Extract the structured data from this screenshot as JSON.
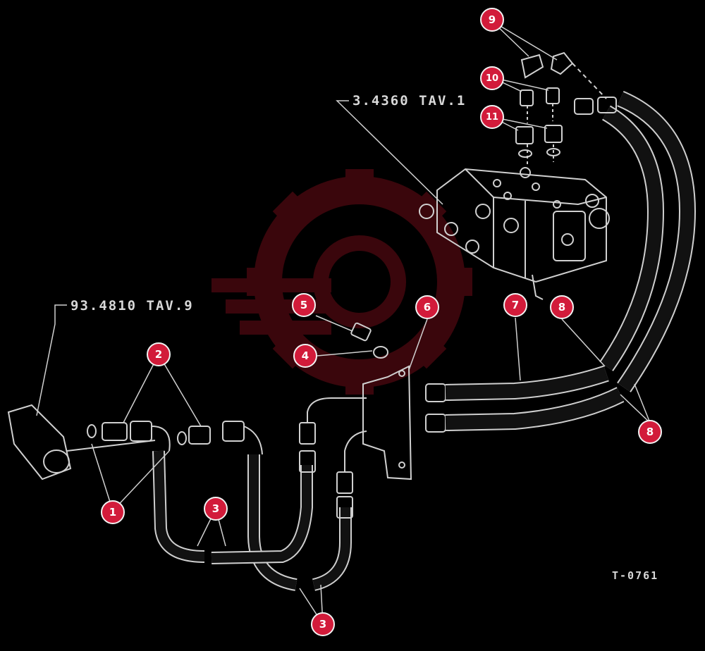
{
  "references": {
    "valve_ref": "3.4360 TAV.1",
    "cylinder_ref": "93.4810 TAV.9",
    "figure_code": "T-0761"
  },
  "callouts": [
    "1",
    "2",
    "3",
    "3",
    "4",
    "5",
    "6",
    "7",
    "8",
    "8",
    "9",
    "10",
    "11"
  ],
  "colors": {
    "background": "#000000",
    "line_art": "#d8d8d8",
    "callout_fill": "#d21b3a",
    "watermark": "#5a0a12"
  },
  "icons": [
    "gear-wrench-watermark-icon"
  ]
}
